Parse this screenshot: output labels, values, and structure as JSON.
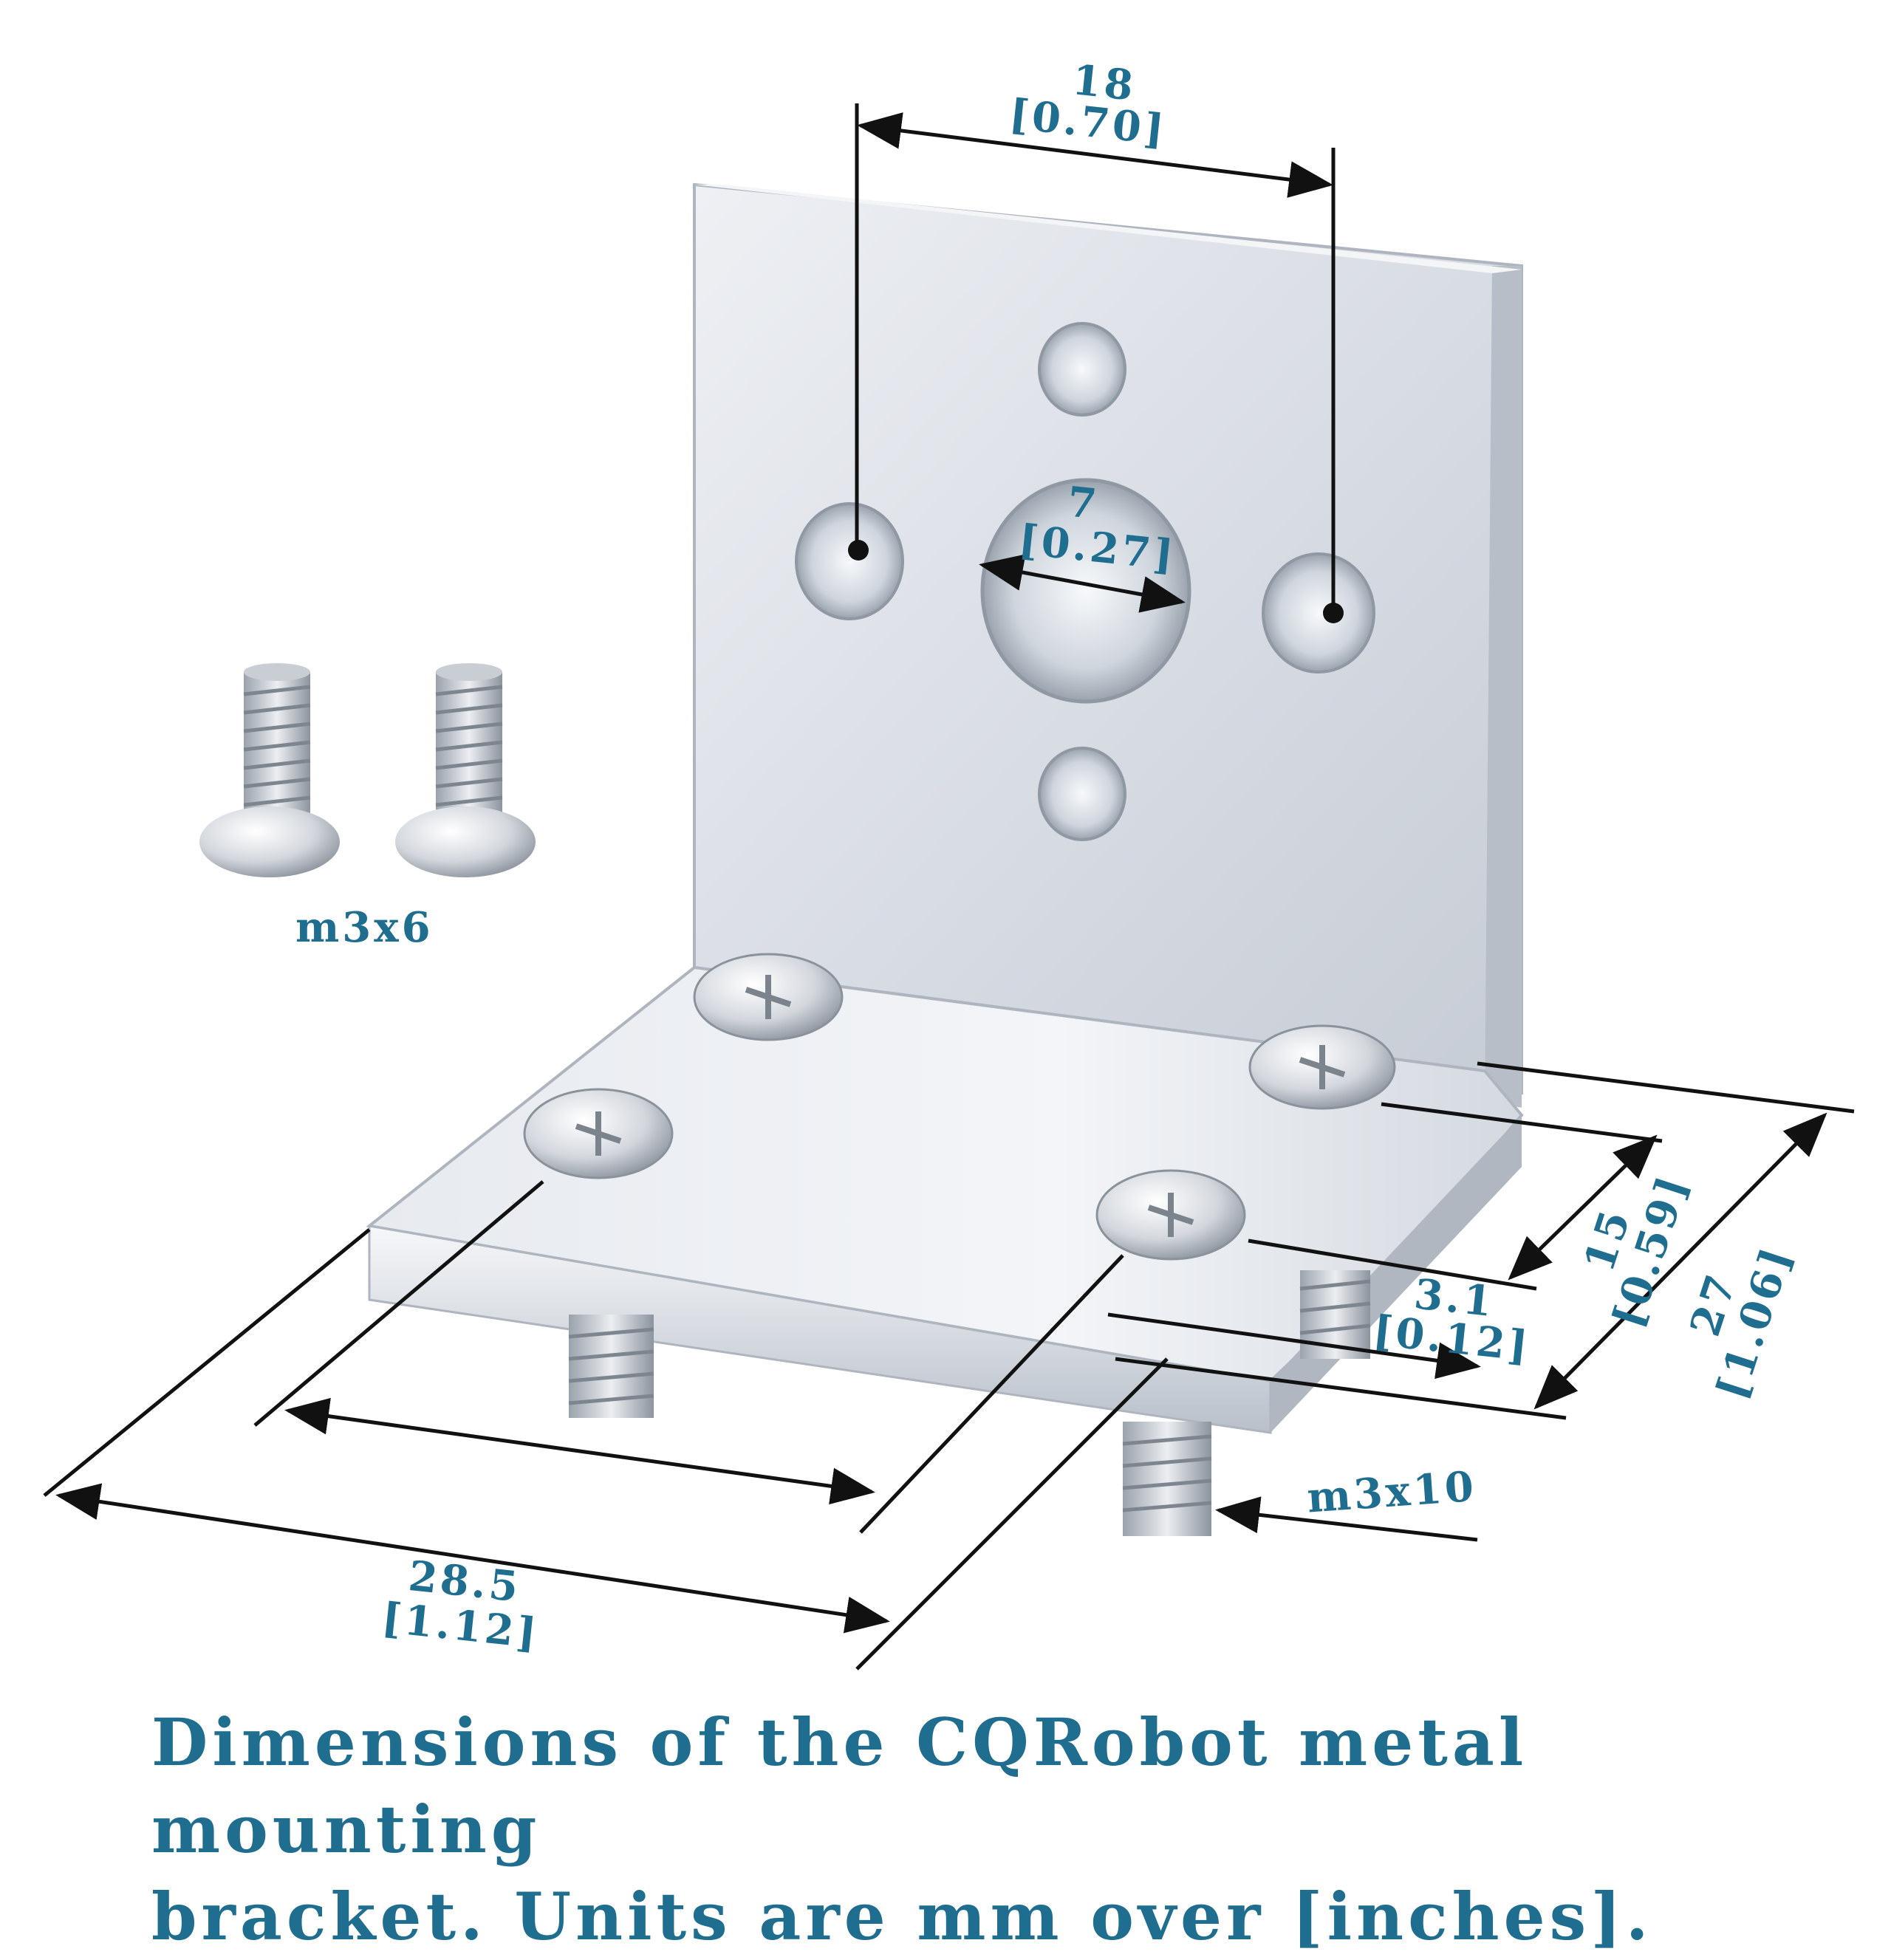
{
  "screw_small": {
    "label": "m3x6"
  },
  "screw_long": {
    "label": "m3x10"
  },
  "dims": {
    "hole_spacing": {
      "mm": "18",
      "in": "[0.70]"
    },
    "center_hole": {
      "mm": "7",
      "in": "[0.27]"
    },
    "depth_15": {
      "mm": "15",
      "in": "[0.59]"
    },
    "depth_27": {
      "mm": "27",
      "in": "[1.06]"
    },
    "thickness": {
      "mm": "3.1",
      "in": "[0.12]"
    },
    "width": {
      "mm": "28.5",
      "in": "[1.12]"
    }
  },
  "caption": {
    "line1": "Dimensions of the CQRobot metal mounting",
    "line2": "bracket. Units are mm over [inches]."
  }
}
